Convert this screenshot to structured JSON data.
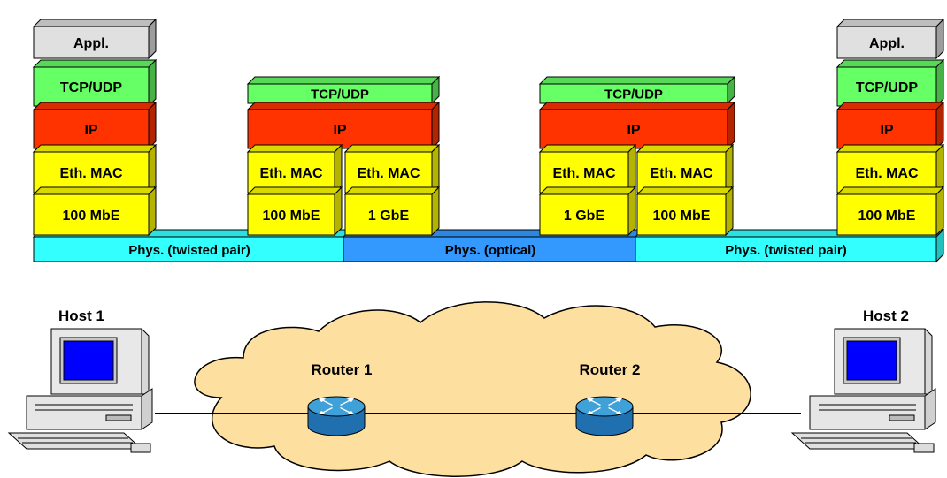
{
  "colors": {
    "appl": "#e0e0e0",
    "tcp": "#66ff66",
    "ip": "#ff3300",
    "mac": "#ffff00",
    "phy_speed": "#ffff00",
    "phys_twisted": "#33ffff",
    "phys_optical": "#3399ff",
    "cloud": "#fde0a0",
    "router_top": "#40a0d8",
    "router_side": "#2070b0",
    "monitor_screen": "#0000ff"
  },
  "stack_labels": {
    "appl": "Appl.",
    "tcp": "TCP/UDP",
    "ip": "IP",
    "mac": "Eth. MAC",
    "speed_100": "100 MbE",
    "speed_1g": "1 GbE"
  },
  "phys_labels": {
    "left": "Phys. (twisted pair)",
    "middle": "Phys. (optical)",
    "right": "Phys. (twisted pair)"
  },
  "devices": {
    "host1": "Host 1",
    "host2": "Host 2",
    "router1": "Router 1",
    "router2": "Router 2"
  }
}
